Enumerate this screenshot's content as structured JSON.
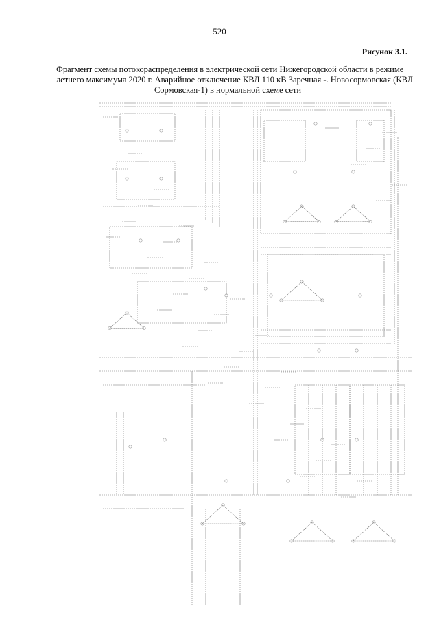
{
  "page": {
    "number": "520"
  },
  "figure": {
    "label": "Рисунок 3.1.",
    "caption_lines": [
      "Фрагмент схемы потокораспределения в электрической сети Нижегородской области в режиме",
      "летнего максимума 2020 г. Аварийное отключение КВЛ 110 кВ Заречная -. Новосормовская (КВЛ",
      "Сормовская-1) в нормальной схеме сети"
    ]
  },
  "diagram": {
    "line_color": "#6f6f6f",
    "node_color": "#9a9a9a"
  }
}
